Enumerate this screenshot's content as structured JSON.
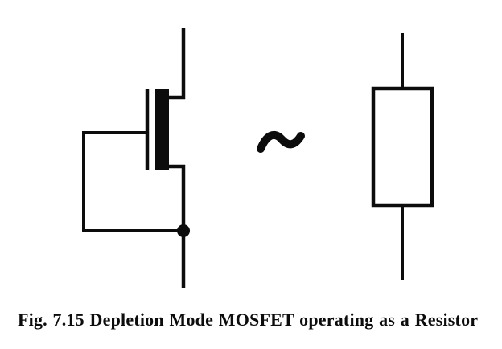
{
  "page": {
    "background_color": "#ffffff",
    "ink_color": "#0c0c0c"
  },
  "figure": {
    "caption": "Fig. 7.15 Depletion Mode MOSFET operating as a Resistor",
    "caption_number": "7.15",
    "equivalence_symbol": "~"
  },
  "symbols": {
    "left": "depletion-mode-mosfet-with-gate-tied-to-source",
    "middle": "tilde-equivalence-sign",
    "right": "resistor-box-symbol"
  }
}
